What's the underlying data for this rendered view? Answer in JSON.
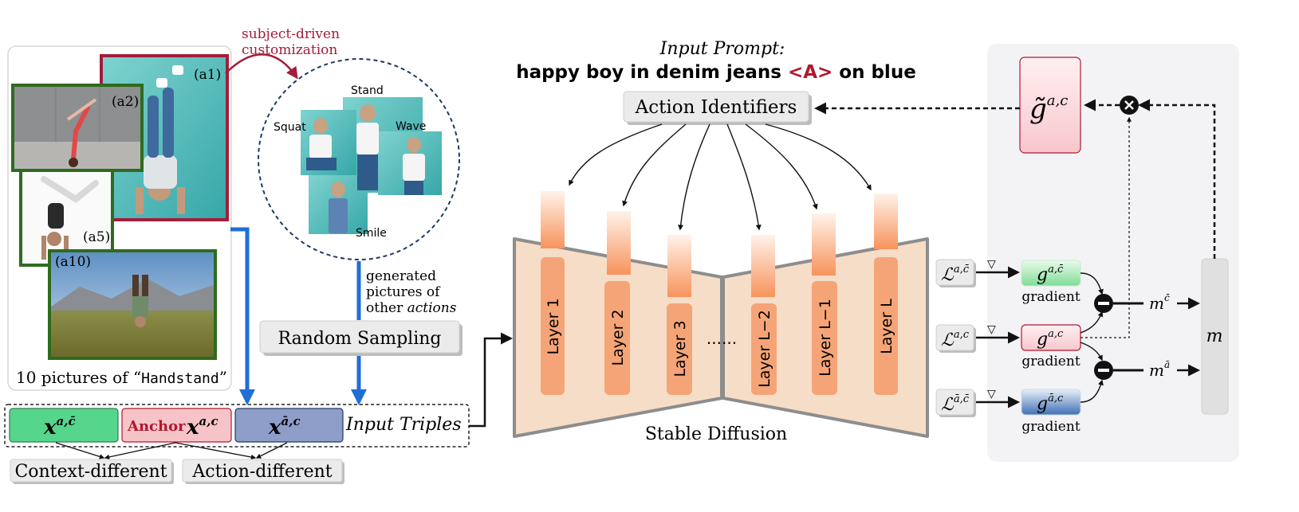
{
  "left_panel": {
    "tags": [
      "(a1)",
      "(a2)",
      "(a5)",
      "(a10)"
    ],
    "caption_prefix": "10 pictures of “",
    "caption_action": "Handstand",
    "caption_suffix": "”",
    "subject_driven": [
      "subject-driven",
      "customization"
    ],
    "generated_poses": [
      "Stand",
      "Squat",
      "Wave",
      "Smile"
    ],
    "generated_note": [
      "generated",
      "pictures of",
      "other "
    ],
    "generated_note_italic": "actions",
    "random_sampling": "Random Sampling"
  },
  "triples": {
    "pos_base": "x",
    "pos_sup": "a,c̄",
    "anchor_word": "Anchor",
    "anchor_base": "x",
    "anchor_sup": "a,c",
    "neg_base": "x",
    "neg_sup": "ā,c",
    "label": "Input Triples",
    "context_different": "Context-different",
    "action_different": "Action-different"
  },
  "prompt": {
    "heading": "Input Prompt:",
    "text_before": "happy boy in denim jeans ",
    "token": "<A>",
    "text_after": " on blue",
    "action_identifiers": "Action Identifiers"
  },
  "sd": {
    "layers": [
      "Layer 1",
      "Layer 2",
      "Layer 3",
      "Layer L−2",
      "Layer L−1",
      "Layer L"
    ],
    "ellipsis": "......",
    "label": "Stable Diffusion"
  },
  "gradients": {
    "losses": [
      {
        "base": "ℒ",
        "sup": "a,c̄"
      },
      {
        "base": "ℒ",
        "sup": "a,c"
      },
      {
        "base": "ℒ",
        "sup": "ā,c̄"
      }
    ],
    "nabla": "▽",
    "g_boxes": [
      {
        "base": "g",
        "sup": "a,c̄"
      },
      {
        "base": "g",
        "sup": "a,c"
      },
      {
        "base": "g",
        "sup": "ā,c"
      }
    ],
    "gradient_label": "gradient",
    "m_top": {
      "base": "m",
      "sup": "c̄"
    },
    "m_bottom": {
      "base": "m",
      "sup": "ā"
    },
    "m_big": "m",
    "gtilde": {
      "base": "g̃",
      "sup": "a,c"
    }
  },
  "colors": {
    "photo_red": "#a21d3a",
    "photo_green": "#2e6b1f",
    "blue_arrow": "#1f6fd6",
    "sd_fill": "#f6ddc7",
    "layer_orange": "#f5a477",
    "pos_green": "#56d68d",
    "anchor_pink": "#f6c3c8",
    "neg_blue": "#8e9ec9",
    "anchor_text_red": "#b0192e"
  }
}
